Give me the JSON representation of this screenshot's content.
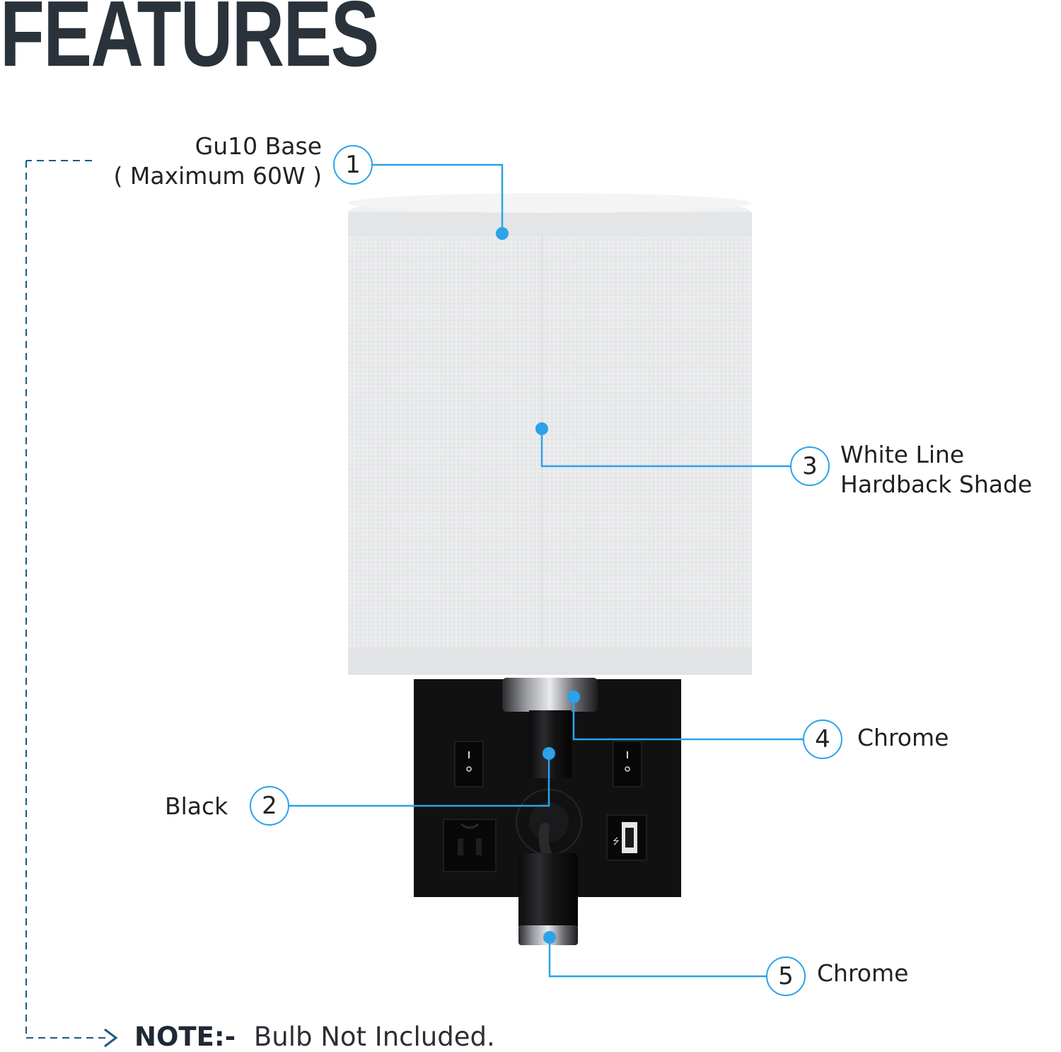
{
  "title": "FEATURES",
  "callouts": [
    {
      "number": "1",
      "lines": [
        "Gu10 Base",
        "( Maximum 60W )"
      ]
    },
    {
      "number": "2",
      "lines": [
        "Black"
      ]
    },
    {
      "number": "3",
      "lines": [
        "White Line",
        "Hardback Shade"
      ]
    },
    {
      "number": "4",
      "lines": [
        "Chrome"
      ]
    },
    {
      "number": "5",
      "lines": [
        "Chrome"
      ]
    }
  ],
  "note": {
    "prefix": "NOTE:-",
    "text": "Bulb Not Included."
  },
  "colors": {
    "accent": "#2aa3e9",
    "title": "#2a323b",
    "dashed_line": "#1c5b86",
    "shade": "#e8e9ea",
    "base": "#111111"
  }
}
